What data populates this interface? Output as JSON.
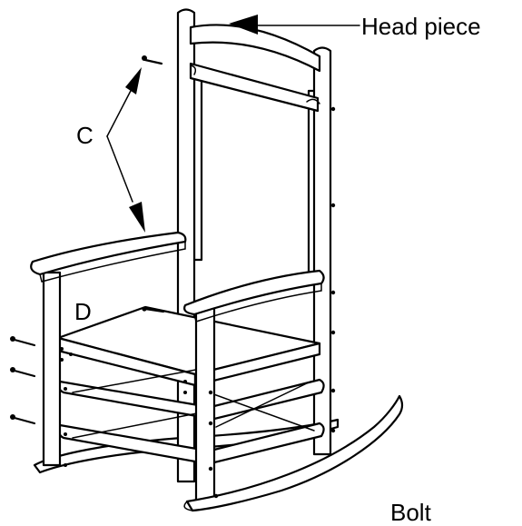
{
  "labels": {
    "head_piece": "Head piece",
    "c": "C",
    "d": "D",
    "bolt": "Bolt"
  },
  "colors": {
    "line": "#000000",
    "background": "#ffffff"
  }
}
